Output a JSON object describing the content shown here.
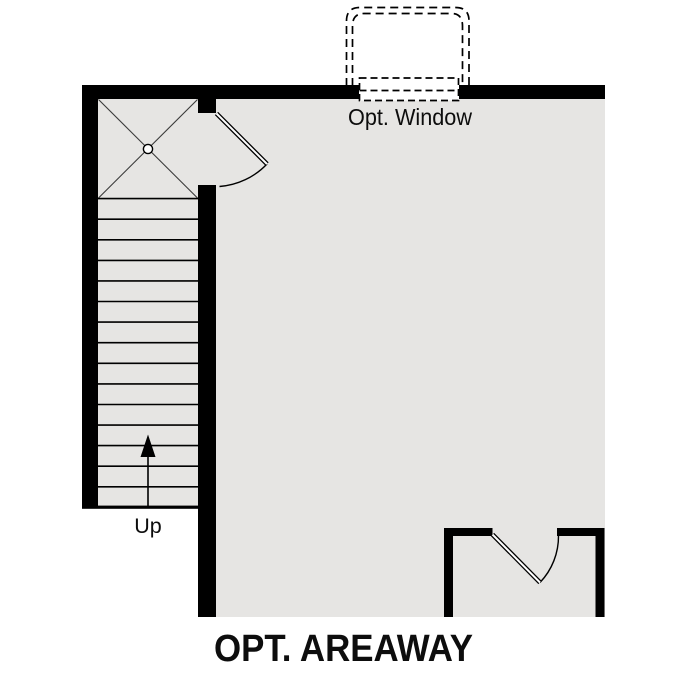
{
  "plan": {
    "title": "OPT. AREAWAY",
    "labels": {
      "window": "Opt. Window",
      "stairs_direction": "Up"
    },
    "stairs": {
      "tread_count": 15,
      "direction": "up"
    },
    "colors": {
      "wall": "#000000",
      "floor": "#e6e5e3",
      "line": "#000000",
      "background": "#ffffff"
    },
    "symbols": [
      "window-well-dashed-outline",
      "optional-window-dashed",
      "stair-landing-x-brace",
      "door-swing-top-of-stairs",
      "door-swing-areaway-entry",
      "up-direction-arrow"
    ]
  }
}
